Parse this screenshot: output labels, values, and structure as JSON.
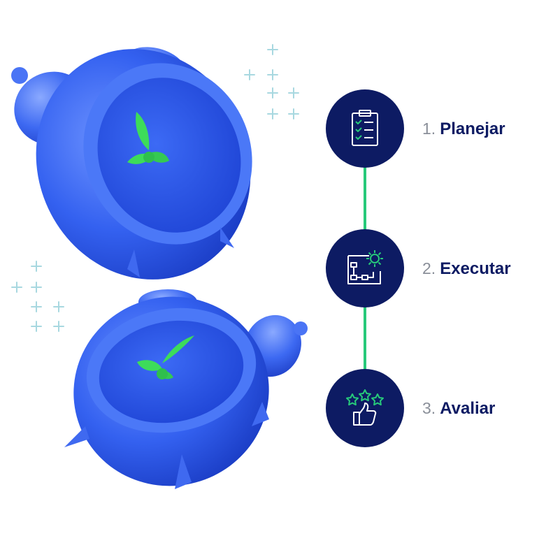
{
  "steps": [
    {
      "number": "1.",
      "label": "Planejar",
      "icon": "clipboard-checklist-icon"
    },
    {
      "number": "2.",
      "label": "Executar",
      "icon": "gear-flowchart-icon"
    },
    {
      "number": "3.",
      "label": "Avaliar",
      "icon": "stars-thumbs-up-icon"
    }
  ],
  "colors": {
    "circle": "#0d1b63",
    "connector": "#27c97a",
    "icon_stroke": "#ffffff",
    "icon_accent": "#27c97a",
    "clock_blue": "#2f5bef",
    "hands_green": "#3ddc5a",
    "sparkle": "#a8d8e0"
  }
}
